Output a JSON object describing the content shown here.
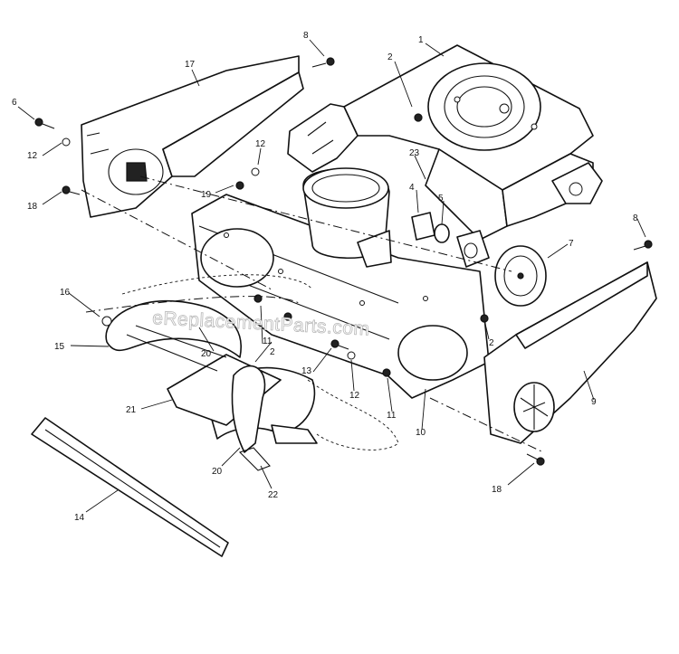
{
  "watermark": "eReplacementParts.com",
  "callouts": {
    "c1": "1",
    "c2a": "2",
    "c2b": "2",
    "c2c": "2",
    "c4": "4",
    "c5": "5",
    "c6": "6",
    "c7": "7",
    "c8a": "8",
    "c8b": "8",
    "c9": "9",
    "c10": "10",
    "c11a": "11",
    "c11b": "11",
    "c12a": "12",
    "c12b": "12",
    "c12c": "12",
    "c13": "13",
    "c14": "14",
    "c15": "15",
    "c16": "16",
    "c17": "17",
    "c18a": "18",
    "c18b": "18",
    "c19": "19",
    "c20a": "20",
    "c20b": "20",
    "c21": "21",
    "c22": "22",
    "c23": "23"
  }
}
